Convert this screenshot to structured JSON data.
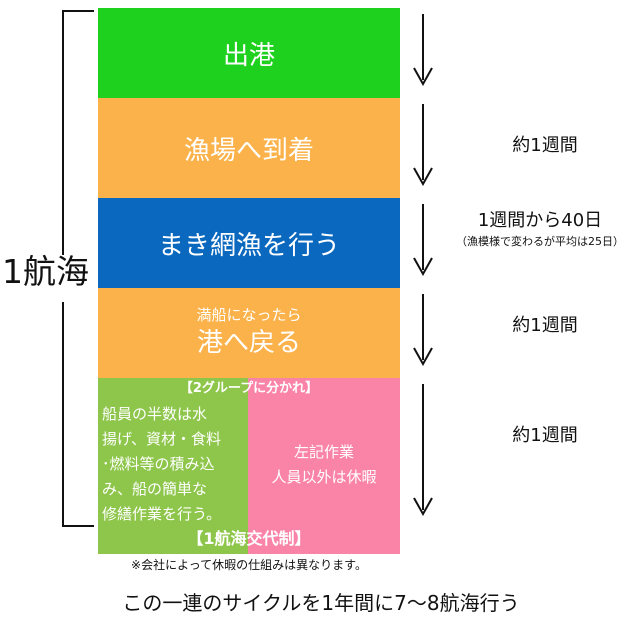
{
  "colors": {
    "green": "#1fd11f",
    "orange": "#fbb24a",
    "blue": "#0a68bf",
    "light_green": "#8dc64a",
    "pink": "#fa84a8",
    "text_dark": "#111111"
  },
  "cycle_label": "1航海",
  "steps": [
    {
      "label": "出港"
    },
    {
      "label": "漁場へ到着"
    },
    {
      "label": "まき網漁を行う"
    },
    {
      "sub_label": "満船になったら",
      "label": "港へ戻る"
    }
  ],
  "shift": {
    "header": "【2グループに分かれ】",
    "left_lines": [
      "船員の半数は水",
      "揚げ、資材・食料",
      "･燃料等の積み込",
      "み、船の簡単な",
      "修繕作業を行う。"
    ],
    "right_lines": [
      "左記作業",
      "人員以外は休暇"
    ],
    "footer": "【1航海交代制】"
  },
  "durations": [
    {
      "text": "約1週間"
    },
    {
      "text": "1週間から40日",
      "note": "（漁模様で変わるが平均は25日）"
    },
    {
      "text": "約1週間"
    },
    {
      "text": "約1週間"
    }
  ],
  "footnote": "※会社によって休暇の仕組みは異なります。",
  "summary": "この一連のサイクルを1年間に7～8航海行う"
}
